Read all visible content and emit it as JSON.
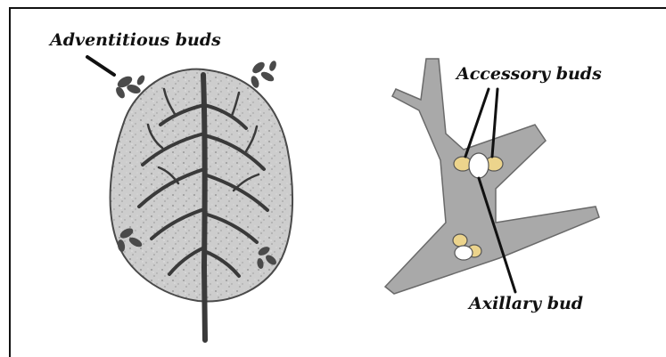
{
  "labels": {
    "adventitious": "Adventitious buds",
    "accessory": "Accessory buds",
    "axillary": "Axillary bud"
  },
  "colors": {
    "leaf_fill": "#cfcfcf",
    "vein": "#3a3a3a",
    "stem_gray": "#a9a9a9",
    "bud_yellow": "#ecd48c",
    "border": "#111111"
  },
  "icons": {
    "leaf": "leaf-illustration-icon",
    "branch": "branch-illustration-icon"
  }
}
